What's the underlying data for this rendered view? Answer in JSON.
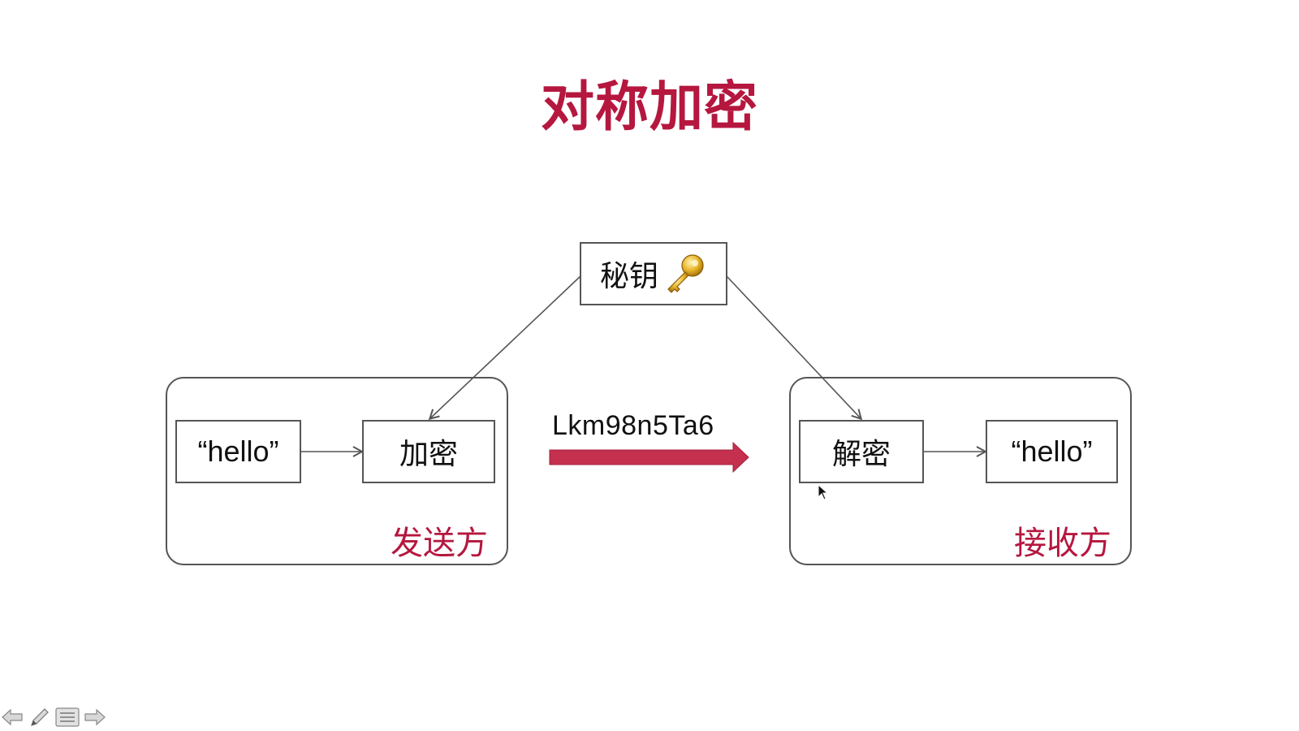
{
  "slide": {
    "title": "对称加密"
  },
  "diagram": {
    "key_box": {
      "label": "秘钥",
      "icon": "key-icon"
    },
    "sender": {
      "role_label": "发送方",
      "plaintext": "“hello”",
      "action": "加密"
    },
    "receiver": {
      "role_label": "接收方",
      "action": "解密",
      "plaintext": "“hello”"
    },
    "ciphertext": "Lkm98n5Ta6"
  },
  "colors": {
    "accent": "#b5173f",
    "arrow_fill": "#c5304f",
    "line": "#555555"
  },
  "toolbar": {
    "buttons": [
      "back-arrow-icon",
      "pen-icon",
      "menu-icon",
      "forward-arrow-icon"
    ]
  }
}
